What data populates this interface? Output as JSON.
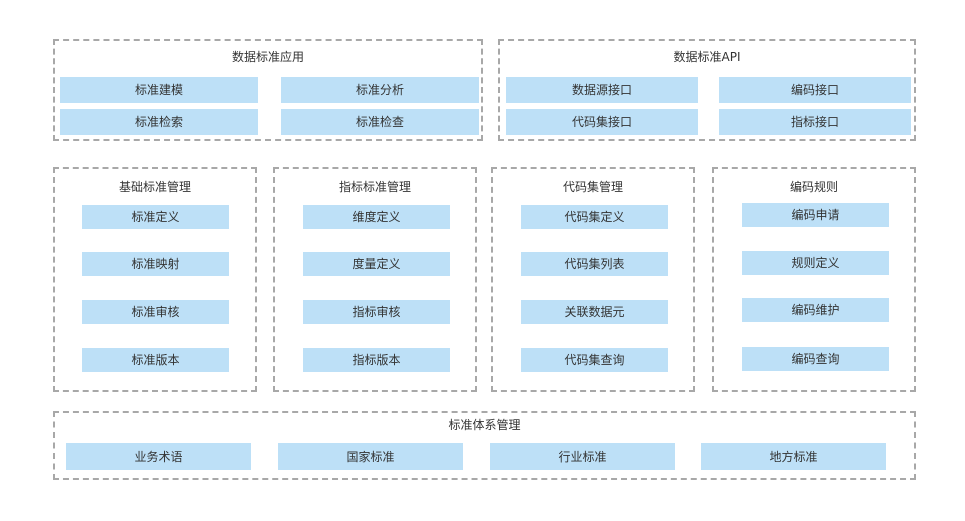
{
  "top_left": {
    "title": "数据标准应用",
    "items": [
      "标准建模",
      "标准分析",
      "标准检索",
      "标准检查"
    ]
  },
  "top_right": {
    "title": "数据标准API",
    "items": [
      "数据源接口",
      "编码接口",
      "代码集接口",
      "指标接口"
    ]
  },
  "basic": {
    "title": "基础标准管理",
    "items": [
      "标准定义",
      "标准映射",
      "标准审核",
      "标准版本"
    ]
  },
  "indicator": {
    "title": "指标标准管理",
    "items": [
      "维度定义",
      "度量定义",
      "指标审核",
      "指标版本"
    ]
  },
  "codeset": {
    "title": "代码集管理",
    "items": [
      "代码集定义",
      "代码集列表",
      "关联数据元",
      "代码集查询"
    ]
  },
  "encoding": {
    "title": "编码规则",
    "items": [
      "编码申请",
      "规则定义",
      "编码维护",
      "编码查询"
    ]
  },
  "system": {
    "title": "标准体系管理",
    "items": [
      "业务术语",
      "国家标准",
      "行业标准",
      "地方标准"
    ]
  },
  "colors": {
    "box_fill": "#bde0f7",
    "border": "#a8a8a8"
  }
}
